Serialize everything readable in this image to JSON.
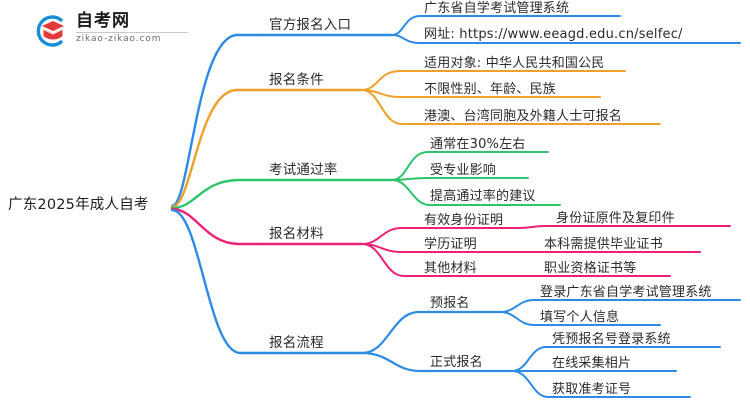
{
  "logo": {
    "title": "自考网",
    "subtitle": "zikao-zikao.com",
    "mark_name": "graduation-cap-logo-icon",
    "ring_color": "#1a8cd8",
    "cap_color": "#e2393b"
  },
  "mindmap": {
    "root": {
      "label": "广东2025年成人自考"
    },
    "colors": {
      "blue": "#2e8be5",
      "orange": "#eda02a",
      "green": "#2ec46c",
      "pink": "#ec2277",
      "blue2": "#2e8be5"
    },
    "branches": [
      {
        "label": "官方报名入口",
        "color": "#2e8be5",
        "children": [
          {
            "label": "广东省自学考试管理系统",
            "children": []
          },
          {
            "label": "网址: https://www.eeagd.edu.cn/selfec/",
            "children": []
          }
        ]
      },
      {
        "label": "报名条件",
        "color": "#eda02a",
        "children": [
          {
            "label": "适用对象: 中华人民共和国公民",
            "children": []
          },
          {
            "label": "不限性别、年龄、民族",
            "children": []
          },
          {
            "label": "港澳、台湾同胞及外籍人士可报名",
            "children": []
          }
        ]
      },
      {
        "label": "考试通过率",
        "color": "#2ec46c",
        "children": [
          {
            "label": "通常在30%左右",
            "children": []
          },
          {
            "label": "受专业影响",
            "children": []
          },
          {
            "label": "提高通过率的建议",
            "children": []
          }
        ]
      },
      {
        "label": "报名材料",
        "color": "#ec2277",
        "children": [
          {
            "label": "有效身份证明",
            "children": [
              {
                "label": "身份证原件及复印件"
              }
            ]
          },
          {
            "label": "学历证明",
            "children": [
              {
                "label": "本科需提供毕业证书"
              }
            ]
          },
          {
            "label": "其他材料",
            "children": [
              {
                "label": "职业资格证书等"
              }
            ]
          }
        ]
      },
      {
        "label": "报名流程",
        "color": "#2e8be5",
        "children": [
          {
            "label": "预报名",
            "children": [
              {
                "label": "登录广东省自学考试管理系统"
              },
              {
                "label": "填写个人信息"
              }
            ]
          },
          {
            "label": "正式报名",
            "children": [
              {
                "label": "凭预报名号登录系统"
              },
              {
                "label": "在线采集相片"
              },
              {
                "label": "获取准考证号"
              }
            ]
          }
        ]
      }
    ]
  }
}
